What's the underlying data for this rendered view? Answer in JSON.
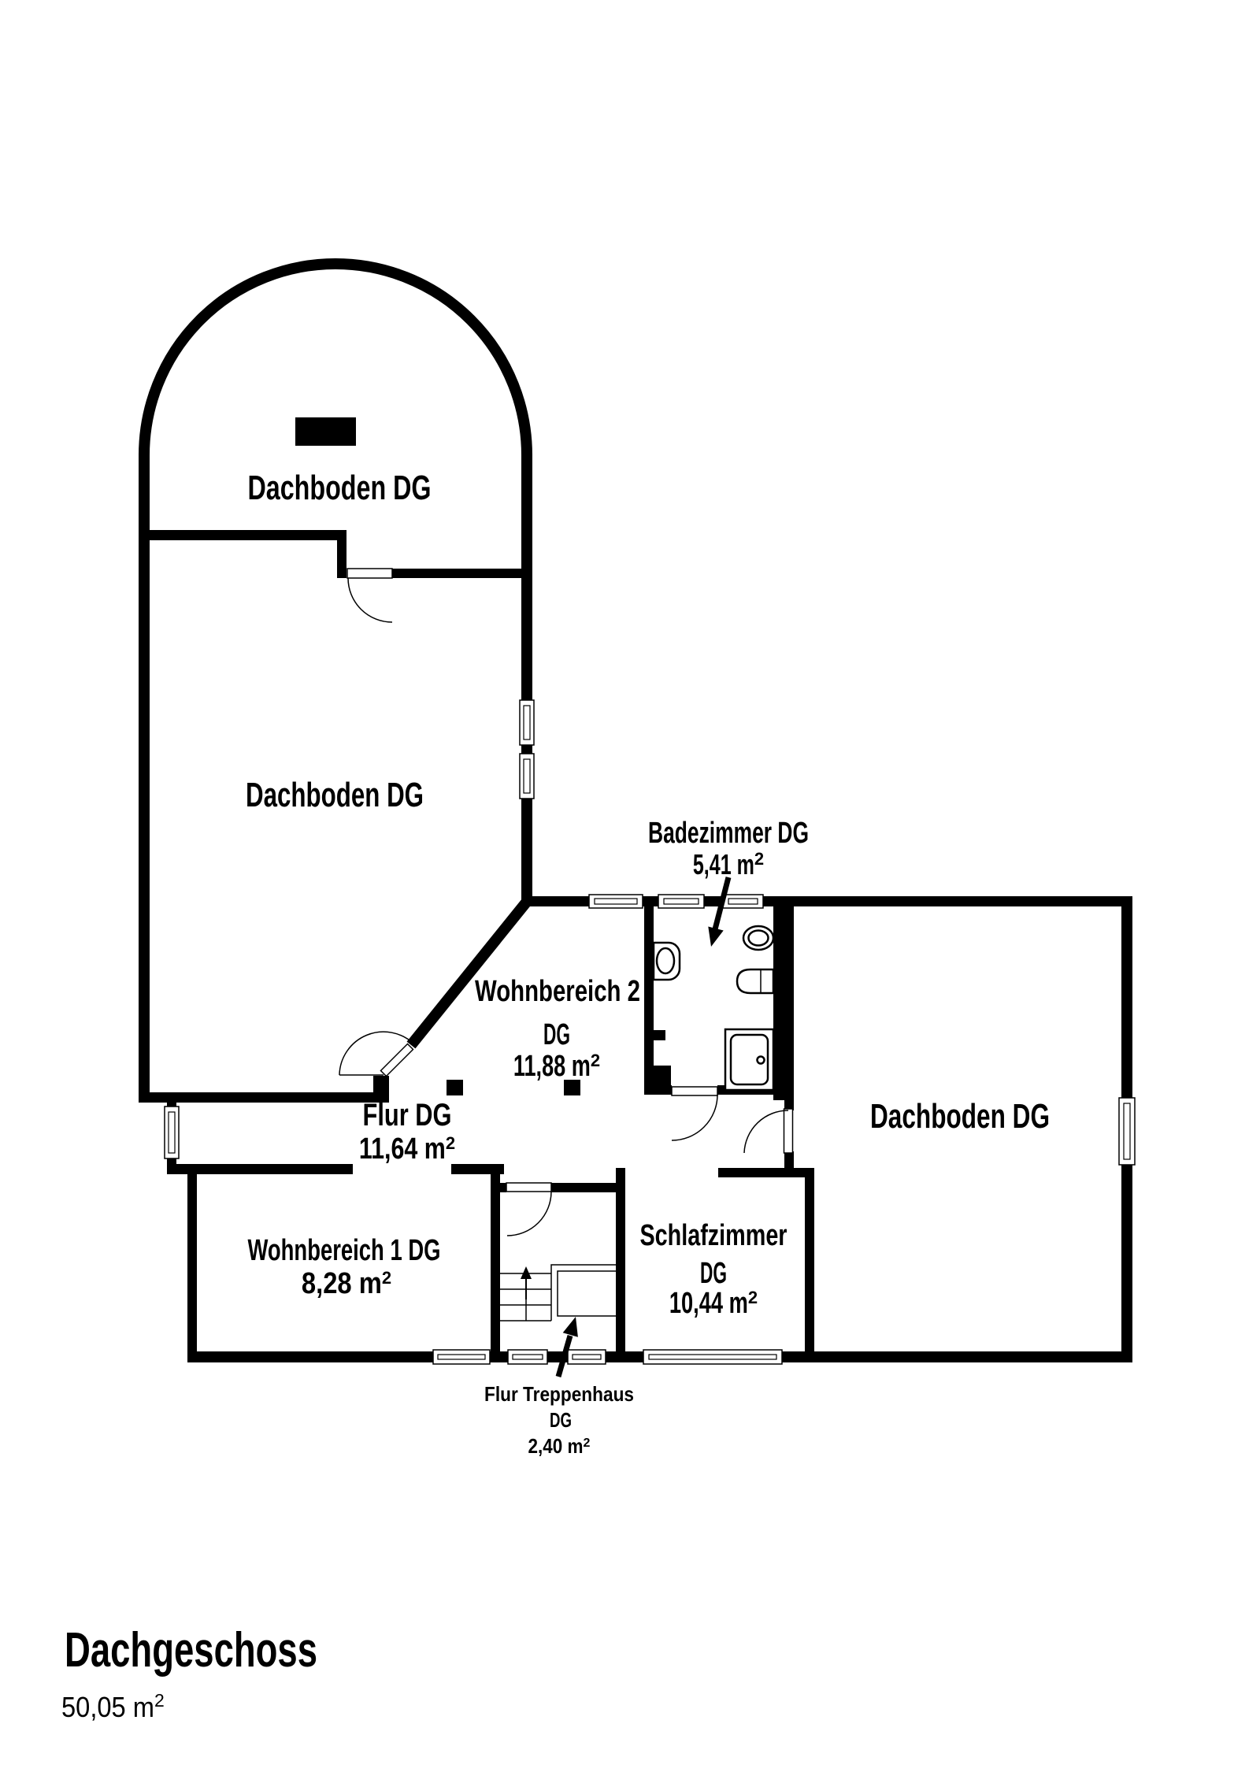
{
  "colors": {
    "wall": "#000000",
    "background": "#ffffff"
  },
  "title": {
    "name": "Dachgeschoss",
    "area": "50,05 m",
    "area_sup": "2"
  },
  "rooms": {
    "attic_top": {
      "name": "Dachboden DG"
    },
    "attic_left": {
      "name": "Dachboden DG"
    },
    "attic_right": {
      "name": "Dachboden DG"
    },
    "bathroom": {
      "name": "Badezimmer DG",
      "area": "5,41 m",
      "area_sup": "2"
    },
    "living2": {
      "name": "Wohnbereich 2",
      "floor": "DG",
      "area": "11,88 m",
      "area_sup": "2"
    },
    "hall": {
      "name": "Flur DG",
      "area": "11,64 m",
      "area_sup": "2"
    },
    "living1": {
      "name": "Wohnbereich 1 DG",
      "area": "8,28 m",
      "area_sup": "2"
    },
    "bedroom": {
      "name": "Schlafzimmer",
      "floor": "DG",
      "area": "10,44 m",
      "area_sup": "2"
    },
    "stairhall": {
      "name": "Flur Treppenhaus",
      "floor": "DG",
      "area": "2,40 m",
      "area_sup": "2"
    }
  }
}
